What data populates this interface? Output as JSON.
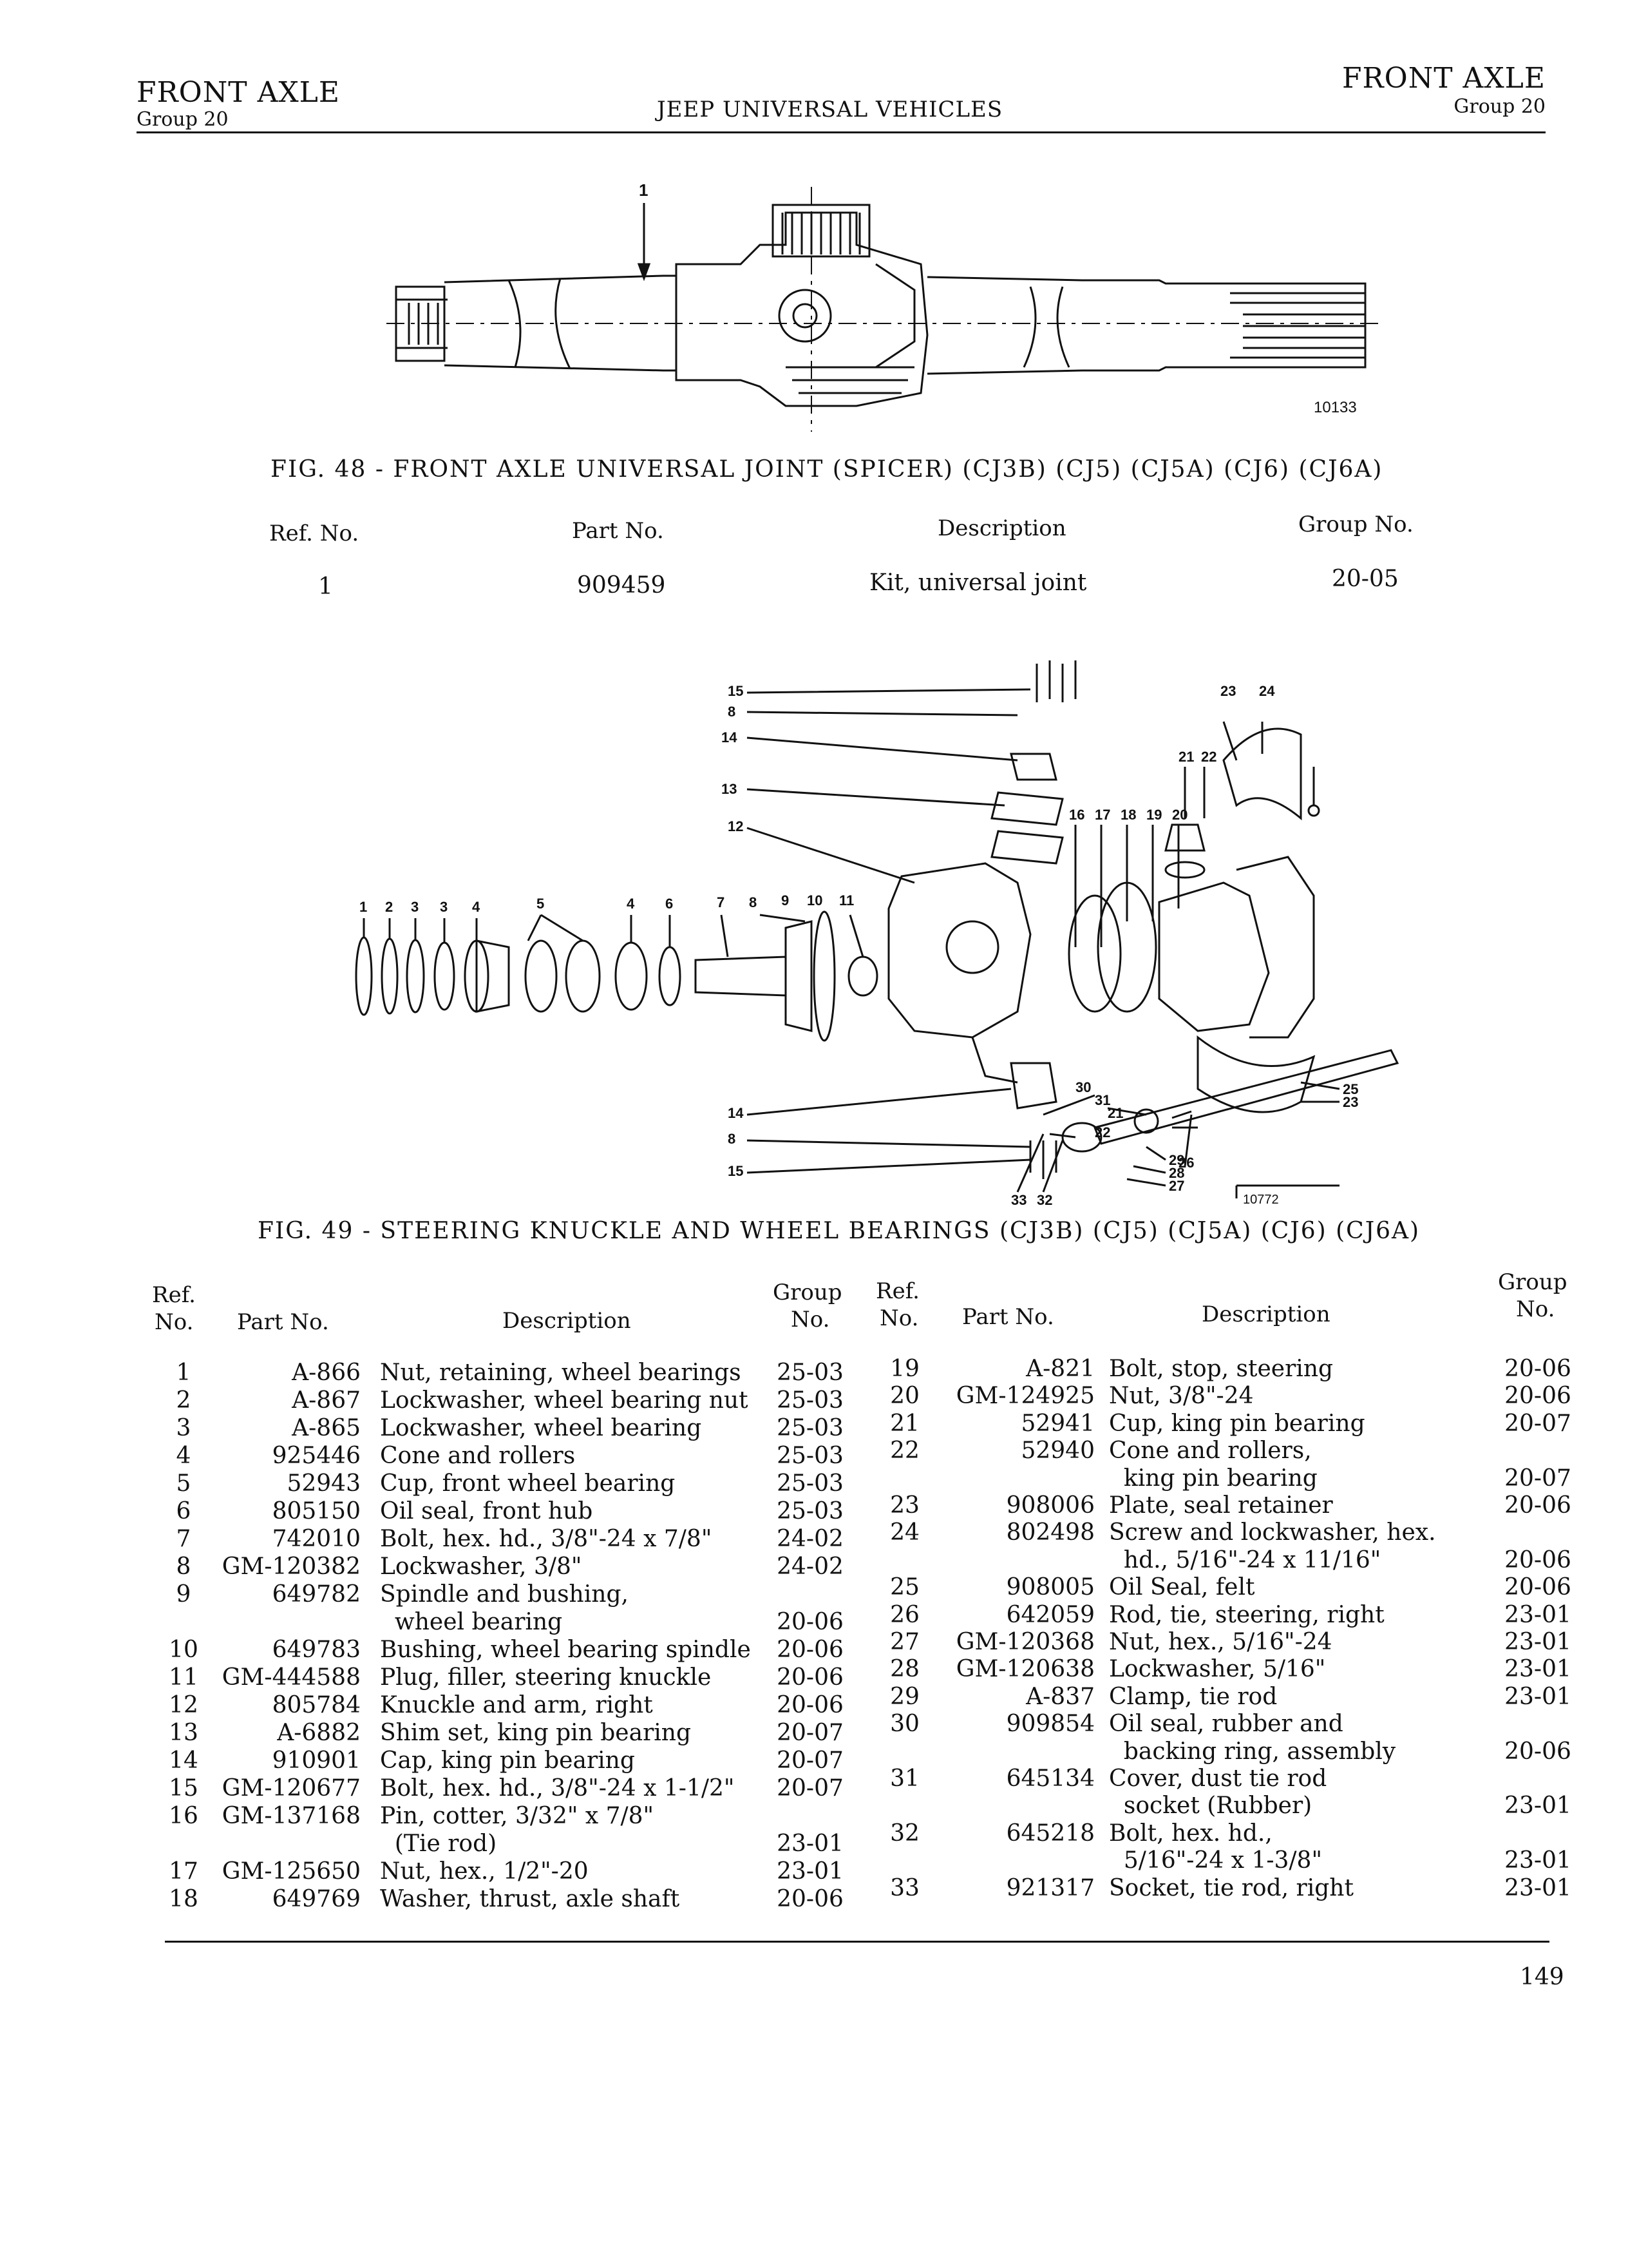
{
  "header": {
    "left_title": "FRONT AXLE",
    "left_group": "Group 20",
    "center": "JEEP UNIVERSAL VEHICLES",
    "right_title": "FRONT AXLE",
    "right_group": "Group 20"
  },
  "fig48": {
    "callout": "1",
    "code": "10133",
    "caption": "FIG. 48 - FRONT AXLE UNIVERSAL JOINT (SPICER) (CJ3B) (CJ5) (CJ5A) (CJ6) (CJ6A)",
    "headers": {
      "ref": "Ref. No.",
      "part": "Part No.",
      "desc": "Description",
      "group": "Group No."
    },
    "rows": [
      {
        "ref": "1",
        "part": "909459",
        "desc": "Kit, universal joint",
        "group": "20-05"
      }
    ]
  },
  "fig49": {
    "code": "10772",
    "caption": "FIG. 49 - STEERING KNUCKLE AND WHEEL BEARINGS (CJ3B) (CJ5) (CJ5A) (CJ6) (CJ6A)",
    "callouts": {
      "top": [
        "15",
        "8",
        "14",
        "13",
        "12"
      ],
      "row": [
        "1",
        "2",
        "3",
        "3",
        "4",
        "5",
        "4",
        "6",
        "7",
        "8",
        "9",
        "10",
        "11"
      ],
      "mid": [
        "16",
        "17",
        "18",
        "19",
        "20",
        "21",
        "22",
        "23",
        "24"
      ],
      "right": [
        "30",
        "31",
        "21",
        "22",
        "25",
        "23",
        "29",
        "28",
        "27",
        "26"
      ],
      "bottom": [
        "14",
        "8",
        "15",
        "33",
        "32"
      ]
    },
    "headers": {
      "ref_l1": "Ref.",
      "ref_l2": "No.",
      "part": "Part No.",
      "desc": "Description",
      "group_l1": "Group",
      "group_l2": "No."
    },
    "left": [
      {
        "ref": "1",
        "part": "A-866",
        "desc": [
          "Nut, retaining, wheel bearings"
        ],
        "group": "25-03"
      },
      {
        "ref": "2",
        "part": "A-867",
        "desc": [
          "Lockwasher, wheel bearing nut"
        ],
        "group": "25-03"
      },
      {
        "ref": "3",
        "part": "A-865",
        "desc": [
          "Lockwasher, wheel bearing"
        ],
        "group": "25-03"
      },
      {
        "ref": "4",
        "part": "925446",
        "desc": [
          "Cone and rollers"
        ],
        "group": "25-03"
      },
      {
        "ref": "5",
        "part": "52943",
        "desc": [
          "Cup, front wheel bearing"
        ],
        "group": "25-03"
      },
      {
        "ref": "6",
        "part": "805150",
        "desc": [
          "Oil seal, front hub"
        ],
        "group": "25-03"
      },
      {
        "ref": "7",
        "part": "742010",
        "desc": [
          "Bolt, hex. hd., 3/8\"-24 x 7/8\""
        ],
        "group": "24-02"
      },
      {
        "ref": "8",
        "part": "GM-120382",
        "desc": [
          "Lockwasher, 3/8\""
        ],
        "group": "24-02"
      },
      {
        "ref": "9",
        "part": "649782",
        "desc": [
          "Spindle and bushing,",
          "  wheel bearing"
        ],
        "group": "20-06"
      },
      {
        "ref": "10",
        "part": "649783",
        "desc": [
          "Bushing, wheel bearing spindle"
        ],
        "group": "20-06"
      },
      {
        "ref": "11",
        "part": "GM-444588",
        "desc": [
          "Plug, filler, steering knuckle"
        ],
        "group": "20-06"
      },
      {
        "ref": "12",
        "part": "805784",
        "desc": [
          "Knuckle and arm, right"
        ],
        "group": "20-06"
      },
      {
        "ref": "13",
        "part": "A-6882",
        "desc": [
          "Shim set, king pin bearing"
        ],
        "group": "20-07"
      },
      {
        "ref": "14",
        "part": "910901",
        "desc": [
          "Cap, king pin bearing"
        ],
        "group": "20-07"
      },
      {
        "ref": "15",
        "part": "GM-120677",
        "desc": [
          "Bolt, hex. hd., 3/8\"-24 x 1-1/2\""
        ],
        "group": "20-07"
      },
      {
        "ref": "16",
        "part": "GM-137168",
        "desc": [
          "Pin, cotter, 3/32\" x 7/8\"",
          "  (Tie rod)"
        ],
        "group": "23-01"
      },
      {
        "ref": "17",
        "part": "GM-125650",
        "desc": [
          "Nut, hex., 1/2\"-20"
        ],
        "group": "23-01"
      },
      {
        "ref": "18",
        "part": "649769",
        "desc": [
          "Washer, thrust, axle shaft"
        ],
        "group": "20-06"
      }
    ],
    "right": [
      {
        "ref": "19",
        "part": "A-821",
        "desc": [
          "Bolt, stop, steering"
        ],
        "group": "20-06"
      },
      {
        "ref": "20",
        "part": "GM-124925",
        "desc": [
          "Nut, 3/8\"-24"
        ],
        "group": "20-06"
      },
      {
        "ref": "21",
        "part": "52941",
        "desc": [
          "Cup, king pin bearing"
        ],
        "group": "20-07"
      },
      {
        "ref": "22",
        "part": "52940",
        "desc": [
          "Cone and rollers,",
          "  king pin bearing"
        ],
        "group": "20-07"
      },
      {
        "ref": "23",
        "part": "908006",
        "desc": [
          "Plate, seal retainer"
        ],
        "group": "20-06"
      },
      {
        "ref": "24",
        "part": "802498",
        "desc": [
          "Screw and lockwasher, hex.",
          "  hd., 5/16\"-24 x 11/16\""
        ],
        "group": "20-06"
      },
      {
        "ref": "25",
        "part": "908005",
        "desc": [
          "Oil Seal, felt"
        ],
        "group": "20-06"
      },
      {
        "ref": "26",
        "part": "642059",
        "desc": [
          "Rod, tie, steering, right"
        ],
        "group": "23-01"
      },
      {
        "ref": "27",
        "part": "GM-120368",
        "desc": [
          "Nut, hex., 5/16\"-24"
        ],
        "group": "23-01"
      },
      {
        "ref": "28",
        "part": "GM-120638",
        "desc": [
          "Lockwasher, 5/16\""
        ],
        "group": "23-01"
      },
      {
        "ref": "29",
        "part": "A-837",
        "desc": [
          "Clamp, tie rod"
        ],
        "group": "23-01"
      },
      {
        "ref": "30",
        "part": "909854",
        "desc": [
          "Oil seal, rubber and",
          "  backing ring, assembly"
        ],
        "group": "20-06"
      },
      {
        "ref": "31",
        "part": "645134",
        "desc": [
          "Cover, dust tie rod",
          "  socket (Rubber)"
        ],
        "group": "23-01"
      },
      {
        "ref": "32",
        "part": "645218",
        "desc": [
          "Bolt, hex. hd.,",
          "  5/16\"-24 x 1-3/8\""
        ],
        "group": "23-01"
      },
      {
        "ref": "33",
        "part": "921317",
        "desc": [
          "Socket, tie rod, right"
        ],
        "group": "23-01"
      }
    ]
  },
  "page_number": "149"
}
